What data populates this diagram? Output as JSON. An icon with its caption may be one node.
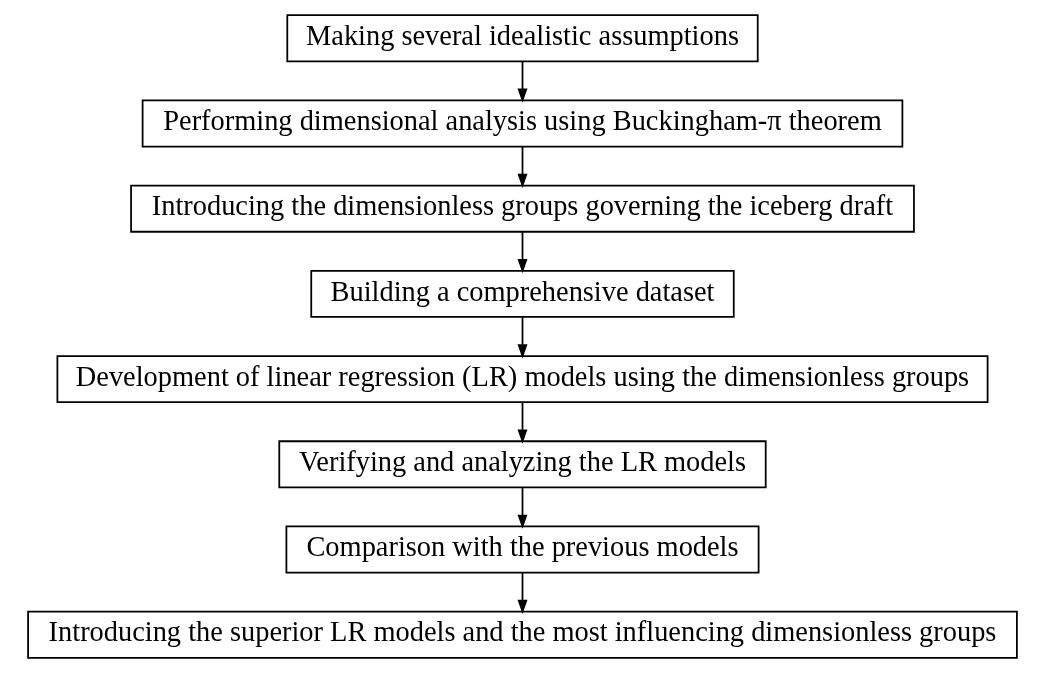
{
  "diagram": {
    "nodes": [
      {
        "text": [
          "Making several idealistic assumptions"
        ]
      },
      {
        "text": [
          "Performing dimensional analysis using Buckingham-π theorem"
        ]
      },
      {
        "text": [
          "Introducing the dimensionless groups governing the iceberg draft"
        ]
      },
      {
        "text": [
          "Building a comprehensive dataset"
        ]
      },
      {
        "text": [
          "Development of linear regression (LR) models using the dimensionless groups"
        ]
      },
      {
        "text": [
          "Verifying and analyzing the LR models"
        ]
      },
      {
        "text": [
          "Comparison with the previous models"
        ]
      },
      {
        "text": [
          "Introducing the superior LR models and the most influencing dimensionless groups"
        ]
      }
    ],
    "edges": [
      {
        "from": 0,
        "to": 1,
        "arrow": "to"
      },
      {
        "from": 1,
        "to": 2,
        "arrow": "to"
      },
      {
        "from": 2,
        "to": 3,
        "arrow": "to"
      },
      {
        "from": 3,
        "to": 4,
        "arrow": "to"
      },
      {
        "from": 4,
        "to": 5,
        "arrow": "to"
      },
      {
        "from": 5,
        "to": 6,
        "arrow": "to"
      },
      {
        "from": 6,
        "to": 7,
        "arrow": "to"
      }
    ]
  }
}
